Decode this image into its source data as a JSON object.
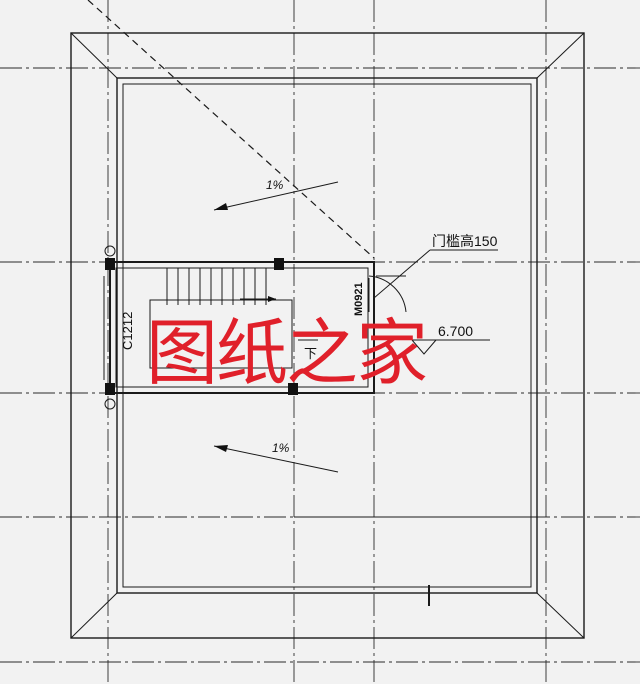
{
  "annotations": {
    "slope_top": "1%",
    "slope_bottom": "1%",
    "door_sill_note": "门槛高150",
    "window_tag": "C1212",
    "door_tag": "M0921",
    "elevation": "6.700",
    "stair_down": "下"
  },
  "watermark": {
    "text": "图纸之家",
    "color": "#e0202a"
  },
  "colors": {
    "background": "#f2f2f2",
    "line": "#1a1a1a"
  }
}
